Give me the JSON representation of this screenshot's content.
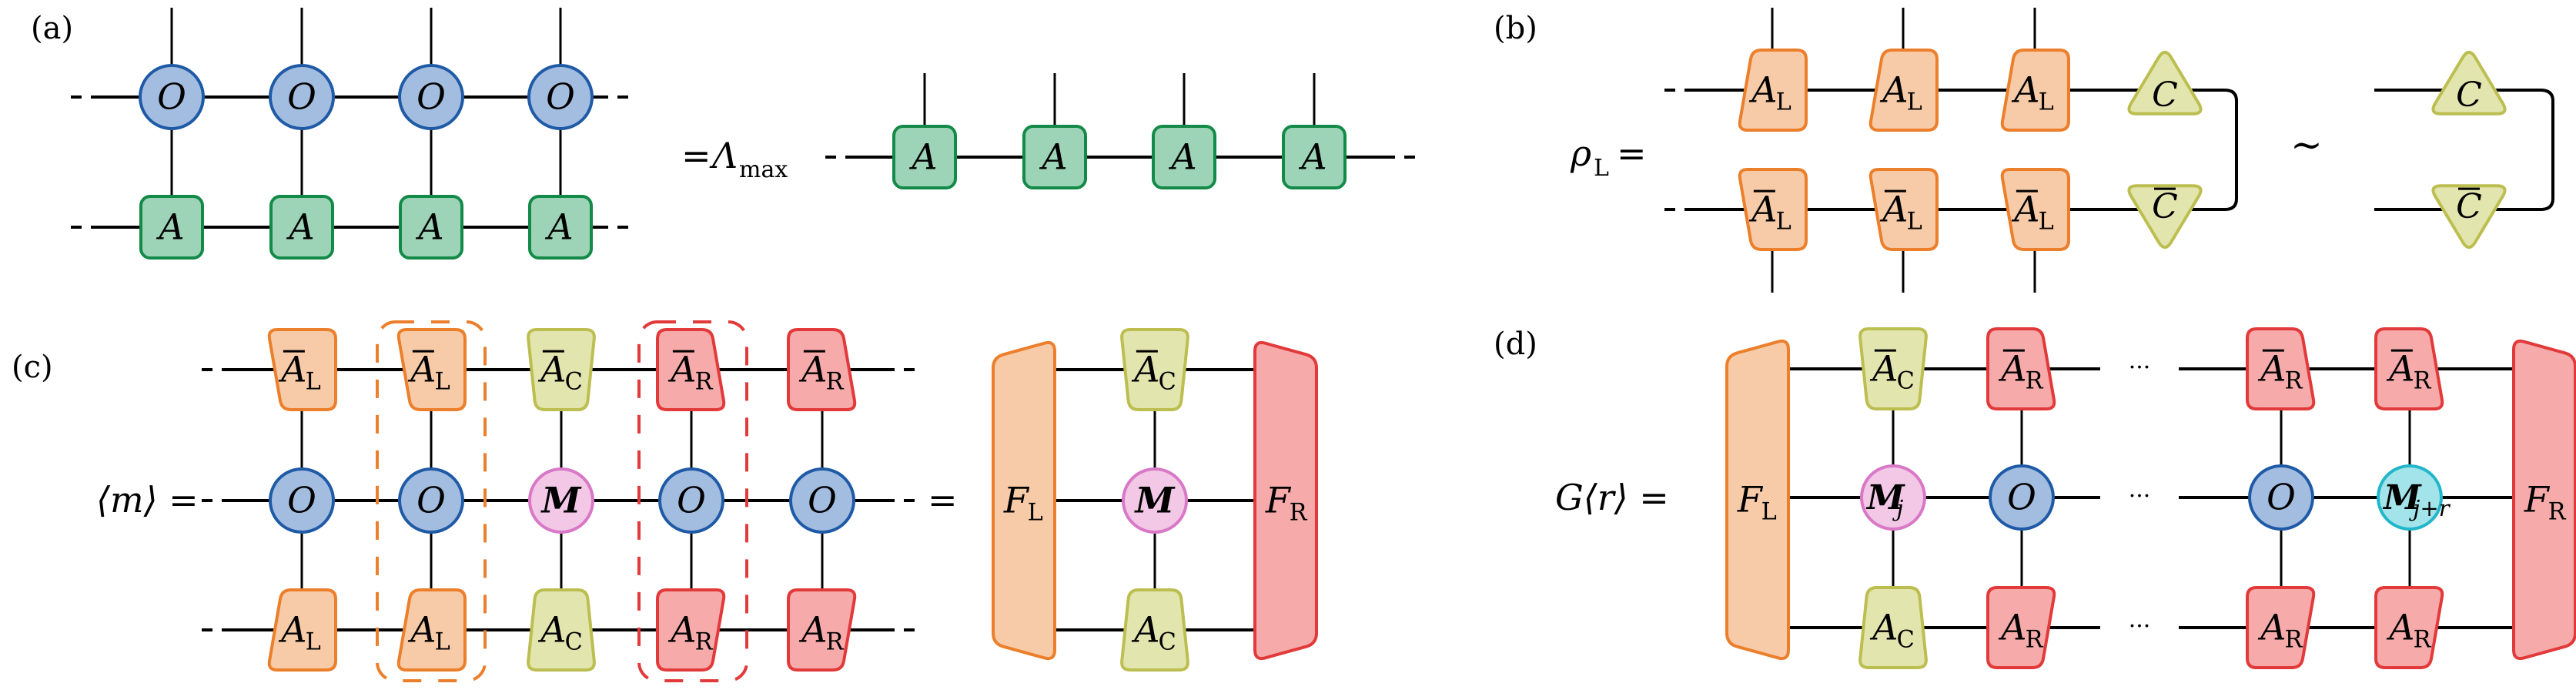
{
  "colors": {
    "O": {
      "fill": "#a3bde0",
      "stroke": "#1f5aa6"
    },
    "A": {
      "fill": "#9dd4b8",
      "stroke": "#138a48"
    },
    "AL": {
      "fill": "#f8cba8",
      "stroke": "#ec7f2b"
    },
    "AC": {
      "fill": "#e3e5ae",
      "stroke": "#bcbe50"
    },
    "AR": {
      "fill": "#f6aaaa",
      "stroke": "#e23a3a"
    },
    "M": {
      "fill": "#f2c8e6",
      "stroke": "#d878c6"
    },
    "Mjr": {
      "fill": "#a3e4ea",
      "stroke": "#21b6c9"
    }
  },
  "panels": {
    "a": {
      "label": "(a)",
      "equals": "= Λ",
      "equals_sub": "max",
      "top_row_symbol": "O",
      "bottom_row_symbol": "A",
      "result_symbol": "A",
      "sites": 4
    },
    "b": {
      "label": "(b)",
      "lhs": "ρ",
      "lhs_sub": "L",
      "lhs_eq": "=",
      "similar": "∼",
      "top_symbol": "A",
      "top_sub": "L",
      "bottom_symbol": "Ā",
      "bottom_sub": "L",
      "center_top": "C",
      "center_bottom": "C̄",
      "sites": 3
    },
    "c": {
      "label": "(c)",
      "lhs": "⟨m⟩ =",
      "equals": "=",
      "top_row": [
        {
          "sym": "A",
          "sub": "L",
          "bar": true,
          "type": "AL"
        },
        {
          "sym": "A",
          "sub": "L",
          "bar": true,
          "type": "AL"
        },
        {
          "sym": "A",
          "sub": "C",
          "bar": true,
          "type": "AC"
        },
        {
          "sym": "A",
          "sub": "R",
          "bar": true,
          "type": "AR"
        },
        {
          "sym": "A",
          "sub": "R",
          "bar": true,
          "type": "AR"
        }
      ],
      "mid_row": [
        {
          "sym": "O",
          "type": "O"
        },
        {
          "sym": "O",
          "type": "O"
        },
        {
          "sym": "M",
          "type": "M",
          "bold": true
        },
        {
          "sym": "O",
          "type": "O"
        },
        {
          "sym": "O",
          "type": "O"
        }
      ],
      "bottom_row": [
        {
          "sym": "A",
          "sub": "L",
          "type": "AL"
        },
        {
          "sym": "A",
          "sub": "L",
          "type": "AL"
        },
        {
          "sym": "A",
          "sub": "C",
          "type": "AC"
        },
        {
          "sym": "A",
          "sub": "R",
          "type": "AR"
        },
        {
          "sym": "A",
          "sub": "R",
          "type": "AR"
        }
      ],
      "env_left": {
        "sym": "F",
        "sub": "L"
      },
      "env_right": {
        "sym": "F",
        "sub": "R"
      },
      "env_top": {
        "sym": "A",
        "sub": "C",
        "bar": true
      },
      "env_mid": {
        "sym": "M"
      },
      "env_bottom": {
        "sym": "A",
        "sub": "C"
      }
    },
    "d": {
      "label": "(d)",
      "lhs": "G⟨r⟩ =",
      "ellipsis": "···",
      "env_left": {
        "sym": "F",
        "sub": "L"
      },
      "env_right": {
        "sym": "F",
        "sub": "R"
      },
      "top_row": [
        {
          "sym": "A",
          "sub": "C",
          "bar": true,
          "type": "AC"
        },
        {
          "sym": "A",
          "sub": "R",
          "bar": true,
          "type": "AR"
        },
        {
          "sym": "A",
          "sub": "R",
          "bar": true,
          "type": "AR"
        },
        {
          "sym": "A",
          "sub": "R",
          "bar": true,
          "type": "AR"
        }
      ],
      "mid_row": [
        {
          "sym": "M",
          "sub": "j",
          "type": "M",
          "bold": true
        },
        {
          "sym": "O",
          "type": "O"
        },
        {
          "sym": "O",
          "type": "O"
        },
        {
          "sym": "M",
          "sub": "j+r",
          "type": "Mjr",
          "bold": true
        }
      ],
      "bottom_row": [
        {
          "sym": "A",
          "sub": "C",
          "type": "AC"
        },
        {
          "sym": "A",
          "sub": "R",
          "type": "AR"
        },
        {
          "sym": "A",
          "sub": "R",
          "type": "AR"
        },
        {
          "sym": "A",
          "sub": "R",
          "type": "AR"
        }
      ]
    }
  }
}
